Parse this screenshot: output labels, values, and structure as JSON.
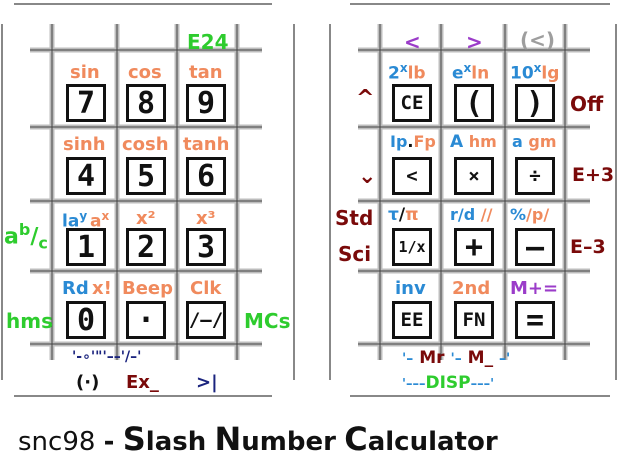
{
  "colors": {
    "shifted": "#f08a5d",
    "blue": "#2a8ad4",
    "green": "#2ecc2e",
    "maroon": "#7a0a0a",
    "purple": "#9b3cc9",
    "navy": "#1a237e",
    "gray": "#9e9e9e",
    "grid": "#bdbdbd"
  },
  "left": {
    "top_label": "E24",
    "row1_labels": [
      "sin",
      "cos",
      "tan"
    ],
    "row1_keys": [
      "7",
      "8",
      "9"
    ],
    "row2_labels": [
      "sinh",
      "cosh",
      "tanh"
    ],
    "row2_keys": [
      "4",
      "5",
      "6"
    ],
    "row3_labels": [
      "la",
      "y",
      "a",
      "x",
      "x²",
      "x³"
    ],
    "row3_keys": [
      "1",
      "2",
      "3"
    ],
    "row4_labels": [
      "Rd",
      "x!",
      "Beep",
      "Clk"
    ],
    "row4_keys": [
      "0",
      "·",
      "/–/"
    ],
    "side_fraction": [
      "a",
      "b",
      "/",
      "c"
    ],
    "side_hms": "hms",
    "side_mcs": "MCs",
    "bottom_glyphs": "'-∘'\"'––'/–'",
    "bottom_row": [
      "(·)",
      "Ex_",
      ">|"
    ]
  },
  "right": {
    "top_labels": [
      "<",
      ">",
      "(<)"
    ],
    "row1_labels": [
      "2",
      "x",
      "lb",
      "e",
      "x",
      "ln",
      "10",
      "x",
      "lg"
    ],
    "row1_keys": [
      "CE",
      "(",
      ")"
    ],
    "row1_side": "Off",
    "row2_labels": [
      "Ip",
      ".",
      "Fp",
      "A",
      "hm",
      "a",
      "gm"
    ],
    "row2_keys": [
      "<",
      "×",
      "÷"
    ],
    "row2_side": "E+3",
    "row3_labels": [
      "τ",
      "/",
      "π",
      "r/d",
      "//",
      "%",
      "/p/"
    ],
    "row3_keys": [
      "1/x",
      "+",
      "–"
    ],
    "row3_side": "E–3",
    "row4_labels": [
      "inv",
      "2nd",
      "M+="
    ],
    "row4_keys": [
      "EE",
      "FN",
      "="
    ],
    "side_up": "^",
    "side_down": "⌄",
    "side_std": "Std",
    "side_sci": "Sci",
    "bottom_glyphs": [
      "'–",
      "Mr",
      "'–",
      "M_",
      "–'"
    ],
    "bottom_disp": [
      "'–––",
      "DISP",
      "–––'"
    ]
  },
  "title": {
    "prefix": "snc98",
    "dash": "-",
    "s_cap": "S",
    "s_rest": "lash",
    "n_cap": "N",
    "n_rest": "umber",
    "c_cap": "C",
    "c_rest": "alculator"
  }
}
